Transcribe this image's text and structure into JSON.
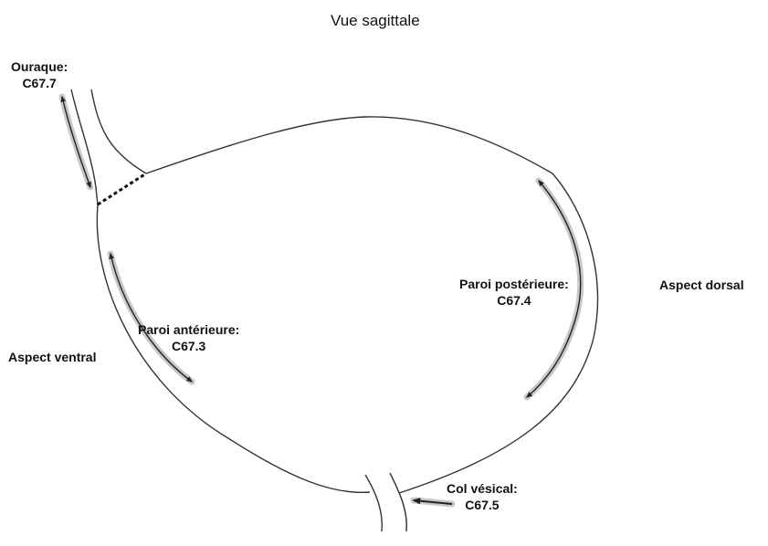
{
  "title": "Vue sagittale",
  "labels": {
    "ouraque": {
      "line1": "Ouraque:",
      "line2": "C67.7"
    },
    "paroi_anterieure": {
      "line1": "Paroi antérieure:",
      "line2": "C67.3"
    },
    "paroi_posterieure": {
      "line1": "Paroi postérieure:",
      "line2": "C67.4"
    },
    "col_vesical": {
      "line1": "Col vésical:",
      "line2": "C67.5"
    },
    "aspect_ventral": "Aspect ventral",
    "aspect_dorsal": "Aspect dorsal"
  },
  "colors": {
    "outline": "#333333",
    "arrow_glow": "#c8c8c8",
    "text": "#111111",
    "background": "#ffffff"
  }
}
